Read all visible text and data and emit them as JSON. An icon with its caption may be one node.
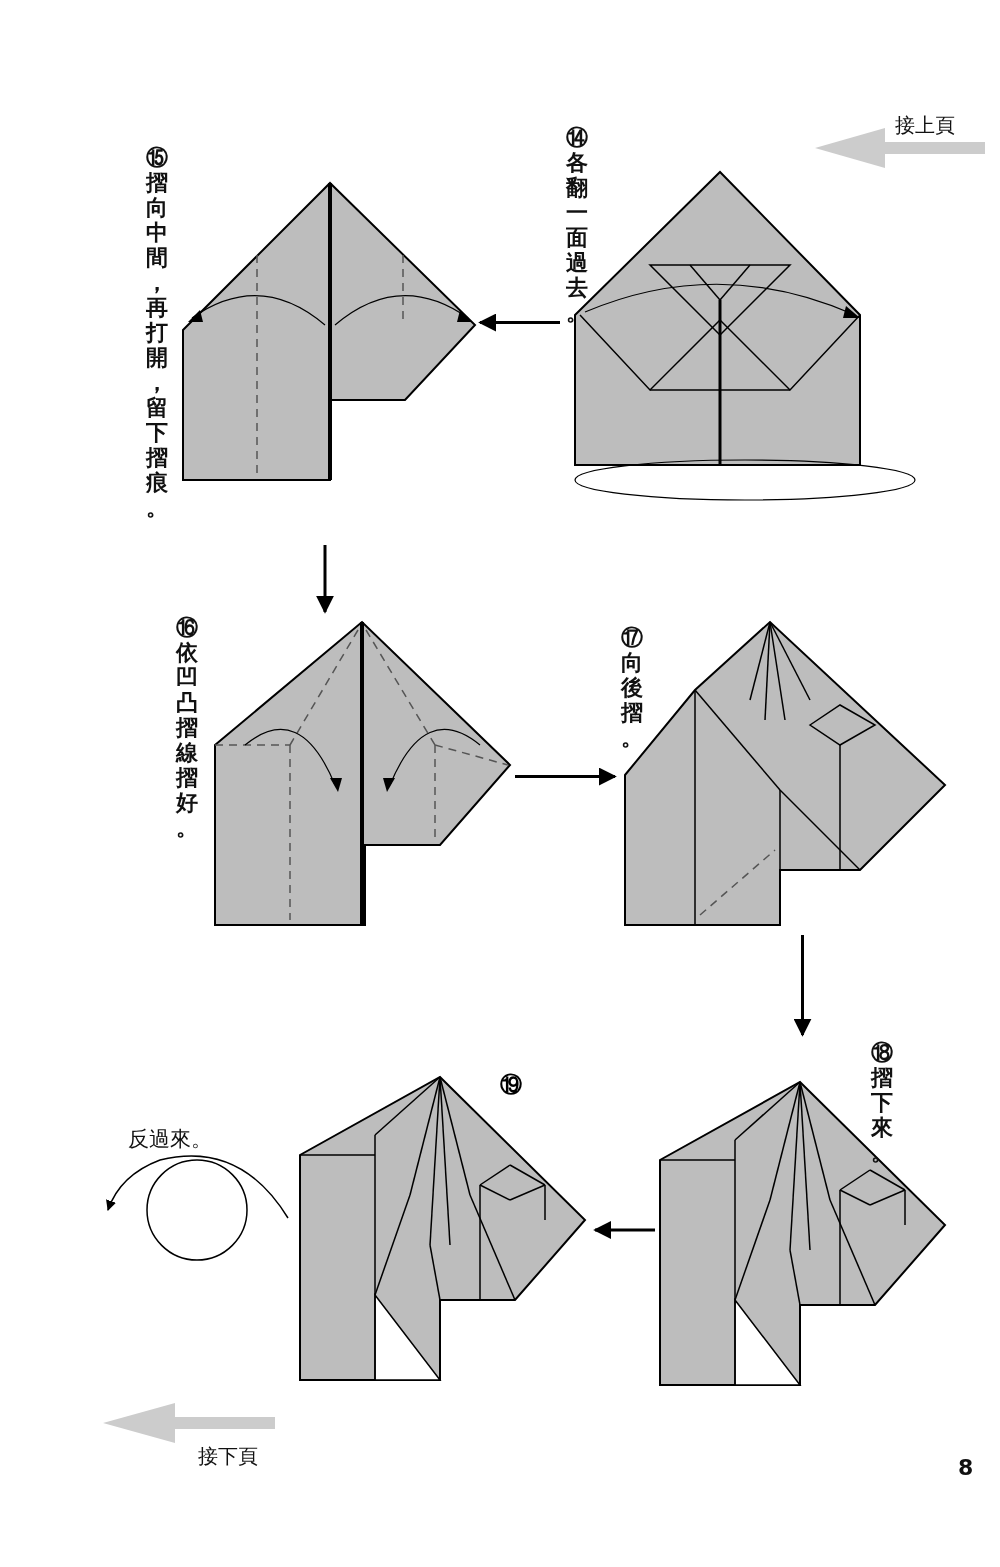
{
  "diagram": {
    "nodes": [
      {
        "text": [
          "⑭",
          "各翻一面過去。"
        ]
      },
      {
        "text": [
          "⑮",
          "摺向中間，再打開，留下摺痕。"
        ]
      },
      {
        "text": [
          "⑯",
          "依凹凸摺線摺好。"
        ]
      },
      {
        "text": [
          "⑰",
          "向後摺。"
        ]
      },
      {
        "text": [
          "⑱",
          "摺下來。"
        ]
      },
      {
        "text": [
          "⑲"
        ]
      }
    ],
    "edges": [
      {
        "from": 0,
        "to": 1,
        "arrow": "to"
      },
      {
        "from": 1,
        "to": 2,
        "arrow": "to"
      },
      {
        "from": 2,
        "to": 3,
        "arrow": "to"
      },
      {
        "from": 3,
        "to": 4,
        "arrow": "to"
      },
      {
        "from": 4,
        "to": 5,
        "arrow": "to"
      }
    ],
    "labels": [
      "接上頁",
      "反過來。",
      "接下頁",
      "8"
    ]
  }
}
